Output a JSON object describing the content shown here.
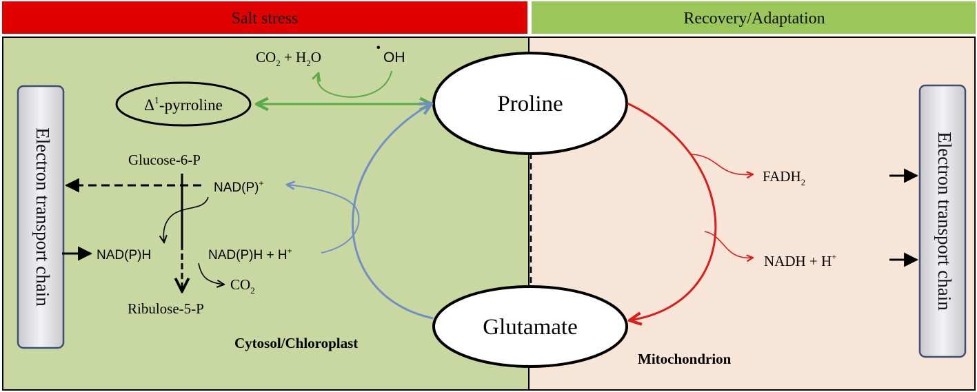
{
  "header": {
    "left_label": "Salt stress",
    "right_label": "Recovery/Adaptation"
  },
  "compartments": {
    "left": "Cytosol/Chloroplast",
    "right": "Mitochondrion"
  },
  "nodes": {
    "proline": "Proline",
    "glutamate": "Glutamate",
    "pyrroline": {
      "delta": "Δ",
      "sup": "1",
      "rest": "-pyrroline"
    }
  },
  "etc": {
    "left": "Electron transport chain",
    "right": "Electron transport chain"
  },
  "metabolites": {
    "co2_h2o": {
      "a": "CO",
      "a_sub": "2",
      "plus": " + H",
      "b_sub": "2",
      "b": "O"
    },
    "oh": {
      "dot": "•",
      "text": "OH"
    },
    "glucose6p": "Glucose-6-P",
    "ribulose5p": "Ribulose-5-P",
    "nadp_plus": {
      "text": "NAD(P)",
      "sup": "+"
    },
    "nadph_left": "NAD(P)H",
    "nadph_h": {
      "text": "NAD(P)H + H",
      "sup": "+"
    },
    "co2": {
      "text": "CO",
      "sub": "2"
    },
    "fadh2": {
      "text": "FADH",
      "sub": "2"
    },
    "nadh_h": {
      "text": "NADH + H",
      "sup": "+"
    }
  },
  "colors": {
    "red_bar": "#e00000",
    "green_bar": "#9bc65a",
    "left_panel": "#c8d8a0",
    "right_panel": "#f7e6d8",
    "green_arrow": "#5aaa46",
    "blue_arrow": "#6f8fc6",
    "red_arrow": "#dd1c1c"
  }
}
